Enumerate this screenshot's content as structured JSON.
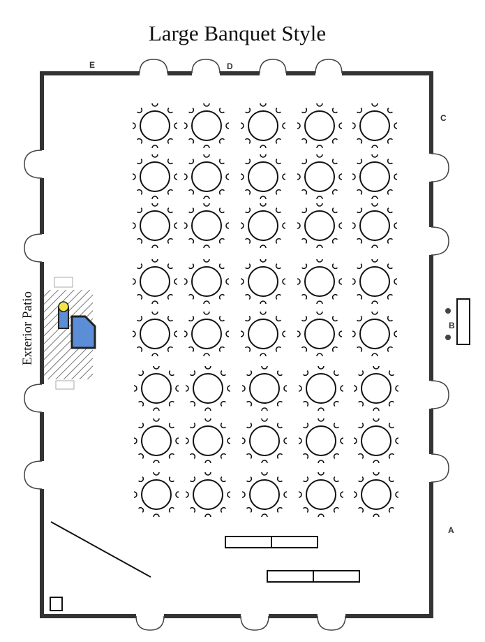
{
  "title": "Large Banquet Style",
  "side_label": "Exterior Patio",
  "door_labels": {
    "e": "E",
    "d": "D",
    "c": "C",
    "b": "B",
    "a": "A"
  },
  "layout": {
    "table_rows": 8,
    "table_columns": 5,
    "seats_per_table": 8,
    "buffet_tables": 2
  },
  "colors": {
    "wall": "#333333",
    "bar_fill": "#5b8ed6",
    "bar_top": "#f2e34a"
  }
}
